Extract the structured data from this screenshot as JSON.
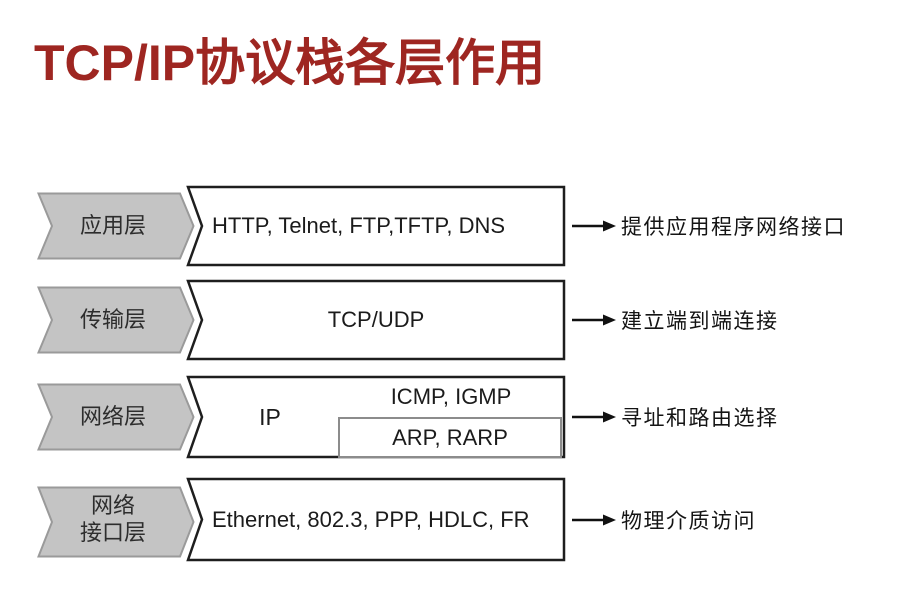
{
  "title": "TCP/IP协议栈各层作用",
  "colors": {
    "title_red": "#9e2621",
    "chevron_fill": "#c4c4c4",
    "chevron_border": "#9a9a9a",
    "box_border": "#1e1e1e",
    "sub_box_border": "#8c8c8c",
    "arrow": "#111111"
  },
  "rows": [
    {
      "layer": "应用层",
      "protocols": "HTTP, Telnet, FTP,TFTP, DNS",
      "function": "提供应用程序网络接口"
    },
    {
      "layer": "传输层",
      "protocols": "TCP/UDP",
      "function": "建立端到端连接"
    },
    {
      "layer": "网络层",
      "protocols": "IP",
      "sub_protocols_top": "ICMP, IGMP",
      "sub_protocols_bottom": "ARP, RARP",
      "function": "寻址和路由选择"
    },
    {
      "layer": "网络\n接口层",
      "protocols": "Ethernet, 802.3, PPP, HDLC, FR",
      "function": "物理介质访问"
    }
  ]
}
